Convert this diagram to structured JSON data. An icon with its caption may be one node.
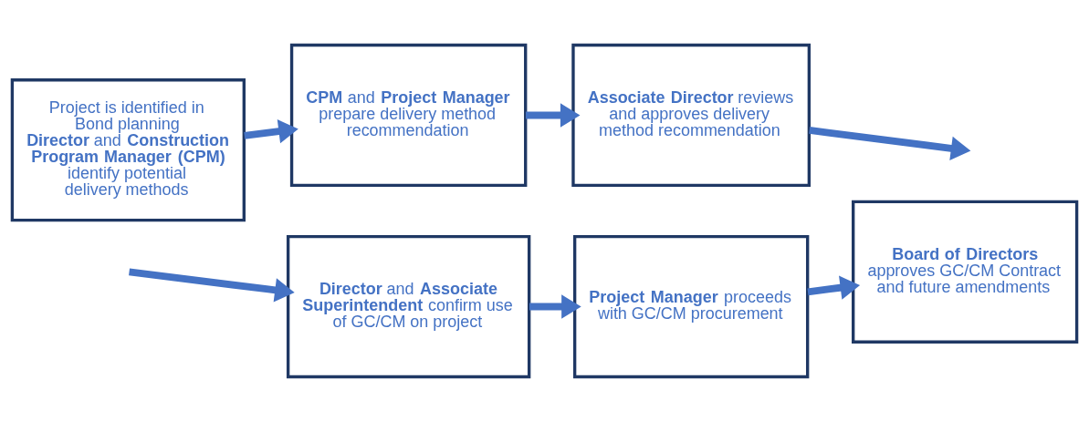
{
  "diagram": {
    "nodes": [
      {
        "text": [
          "Project is identified in Bond planning",
          "**Director** and **Construction Program Manager (CPM)** identify potential delivery methods"
        ]
      },
      {
        "text": [
          "**CPM** and **Project Manager** prepare delivery method recommendation"
        ]
      },
      {
        "text": [
          "**Associate Director** reviews and approves delivery method recommendation"
        ]
      },
      {
        "text": [
          "**Director** and **Associate Superintendent** confirm use of GC/CM on project"
        ]
      },
      {
        "text": [
          "**Project Manager** proceeds with GC/CM procurement"
        ]
      },
      {
        "text": [
          "**Board of Directors** approves GC/CM Contract and future amendments"
        ]
      }
    ],
    "edges": [
      {
        "from": 0,
        "to": 1,
        "arrow": "to"
      },
      {
        "from": 1,
        "to": 2,
        "arrow": "to"
      },
      {
        "from": 2,
        "to": null,
        "arrow": "to"
      },
      {
        "from": null,
        "to": 3,
        "arrow": "to"
      },
      {
        "from": 3,
        "to": 4,
        "arrow": "to"
      },
      {
        "from": 4,
        "to": 5,
        "arrow": "to"
      }
    ]
  }
}
